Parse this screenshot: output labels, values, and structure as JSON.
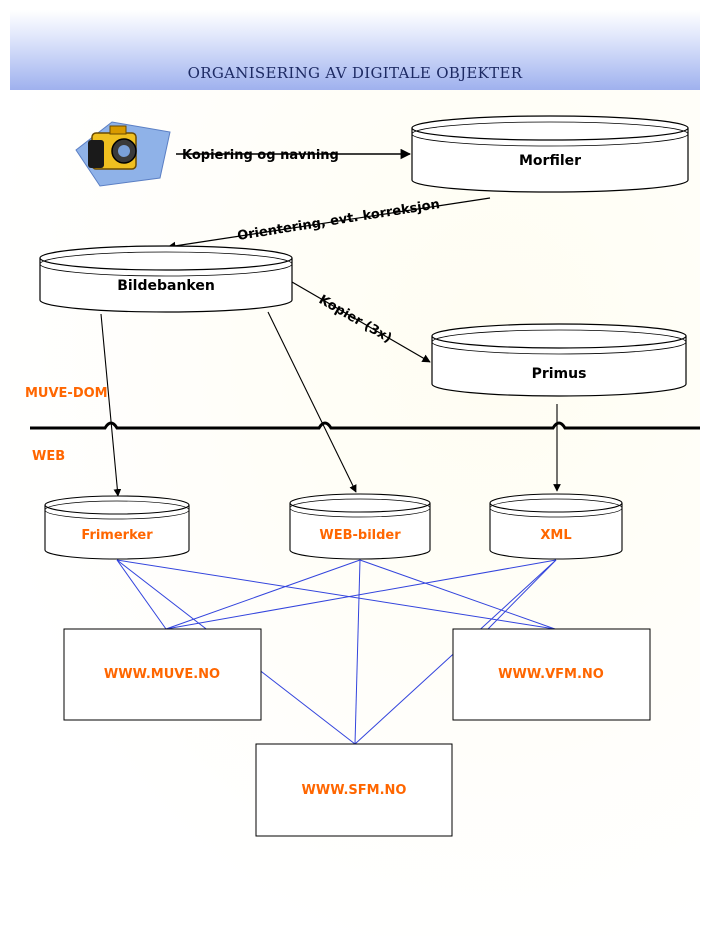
{
  "header": {
    "title": "ORGANISERING AV DIGITALE OBJEKTER"
  },
  "icons": {
    "camera": "camera-icon"
  },
  "zones": {
    "internal": "MUVE-DOM",
    "web": "WEB"
  },
  "databases": {
    "morfiler": "Morfiler",
    "bildebanken": "Bildebanken",
    "primus": "Primus",
    "frimerker": "Frimerker",
    "webbilder": "WEB-bilder",
    "xml": "XML"
  },
  "edges": {
    "copy_naming": "Kopiering og navning",
    "orientation": "Orientering, evt. korreksjon",
    "copy3x": "Kopier (3x)"
  },
  "sites": {
    "muve": "WWW.MUVE.NO",
    "vfm": "WWW.VFM.NO",
    "sfm": "WWW.SFM.NO"
  },
  "colors": {
    "orange": "#ff6600",
    "blue_links": "#3344dd",
    "header_gradient": "#9fb1ee"
  }
}
